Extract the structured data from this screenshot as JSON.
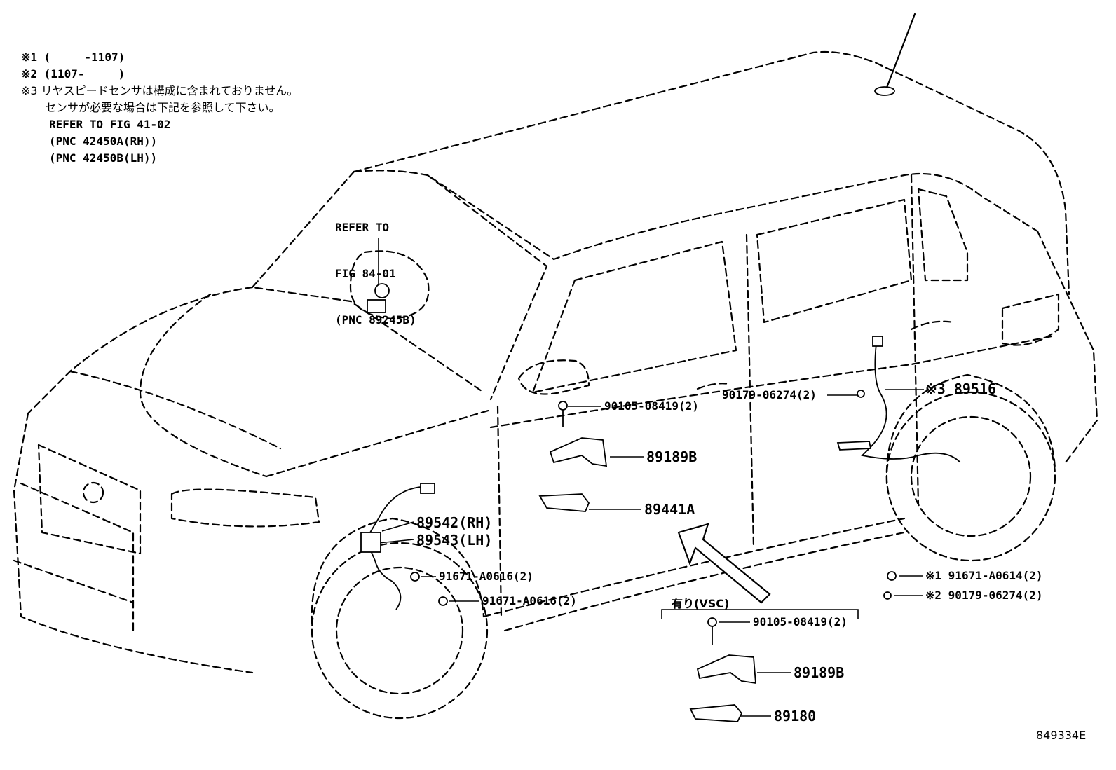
{
  "notes": {
    "note1": "※1 (     -1107)",
    "note2": "※2 (1107-     )",
    "note3_line1": "※3 リヤスピードセンサは構成に含まれておりません。",
    "note3_line2": "センサが必要な場合は下記を参照して下さい。",
    "ref_line1": "REFER TO FIG 41-02",
    "ref_line2": "(PNC 42450A(RH))",
    "ref_line3": "(PNC 42450B(LH))"
  },
  "steering_ref": {
    "line1": "REFER TO",
    "line2": "FIG 84-01",
    "line3": "(PNC 89245B)"
  },
  "labels": {
    "p90105_upper": "90105-08419(2)",
    "p90179_upper": "90179-06274(2)",
    "p89516": "※3 89516",
    "p89189B_upper": "89189B",
    "p89441A": "89441A",
    "p89542": "89542(RH)",
    "p89543": "89543(LH)",
    "p91671_a": "91671-A0616(2)",
    "p91671_b": "91671-A0616(2)",
    "p91671_rear": "※1 91671-A0614(2)",
    "p90179_rear": "※2 90179-06274(2)",
    "vsc": "有り(VSC)",
    "p90105_lower": "90105-08419(2)",
    "p89189B_lower": "89189B",
    "p89180": "89180"
  },
  "figure_number": "849334E"
}
